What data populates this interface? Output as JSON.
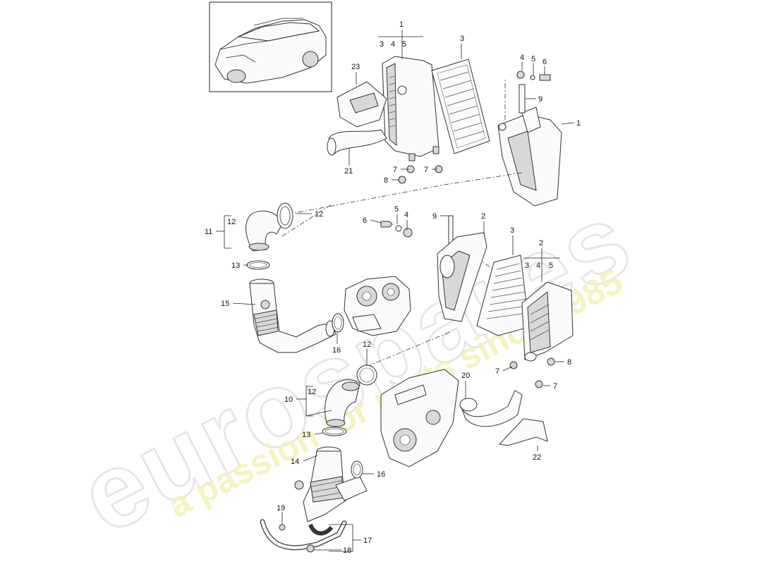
{
  "watermark": {
    "brand": "eurospares",
    "tagline": "a passion for parts since 1985",
    "tagline_color": "#e8e47a"
  },
  "callouts": [
    {
      "id": "c1-top",
      "text": "1"
    },
    {
      "id": "c1-sub3",
      "text": "3"
    },
    {
      "id": "c1-sub4",
      "text": "4"
    },
    {
      "id": "c1-sub5",
      "text": "5"
    },
    {
      "id": "c3-top",
      "text": "3"
    },
    {
      "id": "c23",
      "text": "23"
    },
    {
      "id": "c21",
      "text": "21"
    },
    {
      "id": "c7-a",
      "text": "7"
    },
    {
      "id": "c7-b",
      "text": "7"
    },
    {
      "id": "c8-a",
      "text": "8"
    },
    {
      "id": "c4-top",
      "text": "4"
    },
    {
      "id": "c5-top",
      "text": "5"
    },
    {
      "id": "c6-top",
      "text": "6"
    },
    {
      "id": "c9-top",
      "text": "9"
    },
    {
      "id": "c1-right",
      "text": "1"
    },
    {
      "id": "c11",
      "text": "11"
    },
    {
      "id": "c12-bracket",
      "text": "12"
    },
    {
      "id": "c12-ring",
      "text": "12"
    },
    {
      "id": "c13-a",
      "text": "13"
    },
    {
      "id": "c15",
      "text": "15"
    },
    {
      "id": "c16-a",
      "text": "16"
    },
    {
      "id": "c6-mid",
      "text": "6"
    },
    {
      "id": "c5-mid",
      "text": "5"
    },
    {
      "id": "c4-mid",
      "text": "4"
    },
    {
      "id": "c9-mid",
      "text": "9"
    },
    {
      "id": "c2-mid",
      "text": "2"
    },
    {
      "id": "c3-mid",
      "text": "3"
    },
    {
      "id": "c2-right",
      "text": "2"
    },
    {
      "id": "c2-sub3",
      "text": "3"
    },
    {
      "id": "c2-sub4",
      "text": "4"
    },
    {
      "id": "c2-sub5",
      "text": "5"
    },
    {
      "id": "c12-lower",
      "text": "12"
    },
    {
      "id": "c7-c",
      "text": "7"
    },
    {
      "id": "c8-b",
      "text": "8"
    },
    {
      "id": "c20",
      "text": "20"
    },
    {
      "id": "c7-d",
      "text": "7"
    },
    {
      "id": "c10",
      "text": "10"
    },
    {
      "id": "c12-bracket2",
      "text": "12"
    },
    {
      "id": "c13-b",
      "text": "13"
    },
    {
      "id": "c14",
      "text": "14"
    },
    {
      "id": "c16-b",
      "text": "16"
    },
    {
      "id": "c22",
      "text": "22"
    },
    {
      "id": "c19",
      "text": "19"
    },
    {
      "id": "c17",
      "text": "17"
    },
    {
      "id": "c18",
      "text": "18"
    }
  ]
}
